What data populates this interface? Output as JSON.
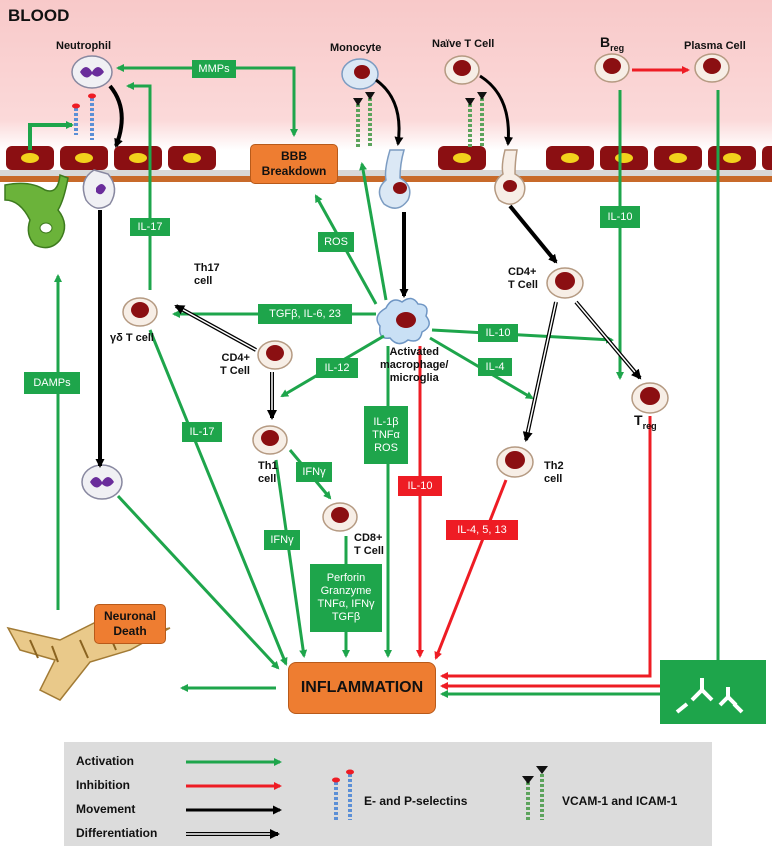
{
  "blood_label": "BLOOD",
  "cells": {
    "neutrophil": "Neutrophil",
    "monocyte": "Monocyte",
    "naive_t": "Naïve T Cell",
    "breg_main": "B",
    "breg_sub": "reg",
    "plasma": "Plasma Cell",
    "th17": "Th17\ncell",
    "gd_t": "γδ T cell",
    "cd4_left": "CD4+\nT Cell",
    "cd4_right": "CD4+\nT Cell",
    "activated": "Activated\nmacrophage/\nmicroglia",
    "th1": "Th1\ncell",
    "cd8": "CD8+\nT Cell",
    "th2": "Th2\ncell",
    "treg_main": "T",
    "treg_sub": "reg"
  },
  "boxes": {
    "bbb": "BBB\nBreakdown",
    "neuronal_death": "Neuronal\nDeath",
    "inflammation": "INFLAMMATION"
  },
  "mediators": {
    "mmps": "MMPs",
    "il17_top": "IL-17",
    "ros": "ROS",
    "tgfb": "TGFβ, IL-6, 23",
    "il12": "IL-12",
    "il10_green": "IL-10",
    "il4": "IL-4",
    "il10_breg": "IL-10",
    "damps": "DAMPs",
    "il17_left": "IL-17",
    "ifng_small": "IFNγ",
    "ifng_th1": "IFNγ",
    "il1b": "IL-1β\nTNFα\nROS",
    "perforin": "Perforin\nGranzyme\nTNFα, IFNγ\nTGFβ",
    "il10_red": "IL-10",
    "il4513": "IL-4, 5, 13"
  },
  "legend": {
    "activation": "Activation",
    "inhibition": "Inhibition",
    "movement": "Movement",
    "differentiation": "Differentiation",
    "selectins": "E- and P-selectins",
    "vcam": "VCAM-1 and ICAM-1"
  },
  "colors": {
    "activation": "#1ea54b",
    "inhibition": "#ee1c24",
    "movement": "#000000",
    "orange": "#ee7d31",
    "endothelium": "#8b0f12",
    "nucleus": "#f2d21c"
  },
  "icons": [
    "neutrophil-cell-icon",
    "monocyte-cell-icon",
    "t-cell-icon",
    "b-cell-icon",
    "macrophage-icon",
    "astrocyte-icon",
    "neuron-icon",
    "antibody-icon",
    "selectin-icon",
    "vcam-icon"
  ]
}
